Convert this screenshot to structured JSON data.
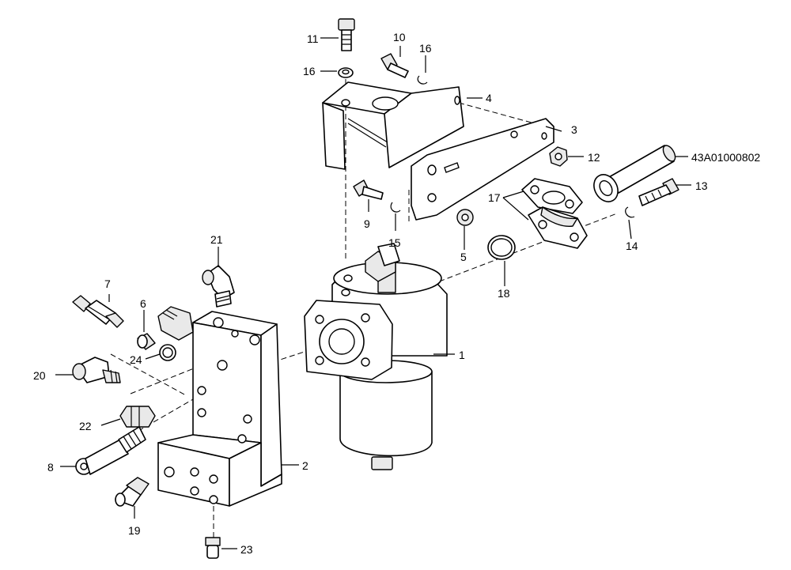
{
  "diagram": {
    "callouts": [
      {
        "id": "c1",
        "label": "1"
      },
      {
        "id": "c2",
        "label": "2"
      },
      {
        "id": "c3",
        "label": "3"
      },
      {
        "id": "c4",
        "label": "4"
      },
      {
        "id": "c5",
        "label": "5"
      },
      {
        "id": "c6",
        "label": "6"
      },
      {
        "id": "c7",
        "label": "7"
      },
      {
        "id": "c8",
        "label": "8"
      },
      {
        "id": "c9",
        "label": "9"
      },
      {
        "id": "c10",
        "label": "10"
      },
      {
        "id": "c11",
        "label": "11"
      },
      {
        "id": "c12",
        "label": "12"
      },
      {
        "id": "c13",
        "label": "13"
      },
      {
        "id": "c14",
        "label": "14"
      },
      {
        "id": "c15",
        "label": "15"
      },
      {
        "id": "c16a",
        "label": "16"
      },
      {
        "id": "c16b",
        "label": "16"
      },
      {
        "id": "c17",
        "label": "17"
      },
      {
        "id": "c18",
        "label": "18"
      },
      {
        "id": "c19",
        "label": "19"
      },
      {
        "id": "c20",
        "label": "20"
      },
      {
        "id": "c21",
        "label": "21"
      },
      {
        "id": "c22",
        "label": "22"
      },
      {
        "id": "c23",
        "label": "23"
      },
      {
        "id": "c24",
        "label": "24"
      }
    ],
    "part_number": "43A01000802"
  }
}
